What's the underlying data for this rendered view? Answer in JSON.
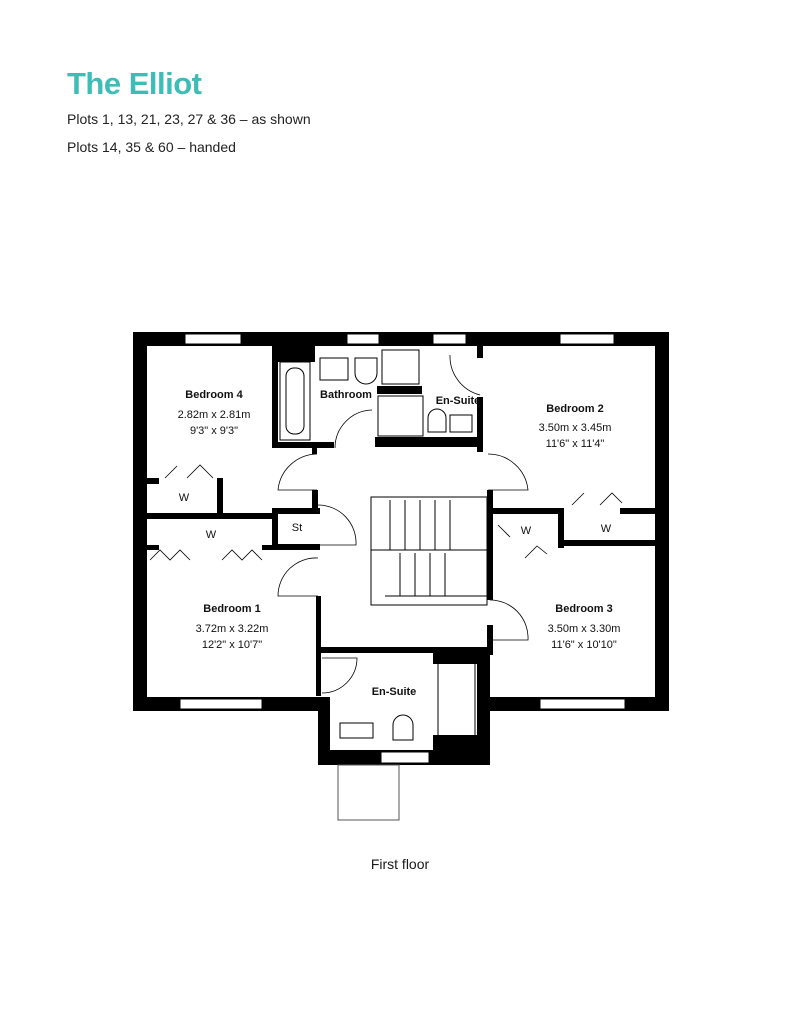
{
  "header": {
    "title": "The Elliot",
    "plots_as_shown": "Plots 1, 13, 21, 23, 27 & 36 – as shown",
    "plots_handed": "Plots 14, 35 & 60 – handed"
  },
  "rooms": {
    "bedroom4": {
      "name": "Bedroom 4",
      "metric": "2.82m x 2.81m",
      "imperial": "9'3\" x 9'3\""
    },
    "bathroom": {
      "name": "Bathroom"
    },
    "ensuite_top": {
      "name": "En-Suite"
    },
    "bedroom2": {
      "name": "Bedroom 2",
      "metric": "3.50m x 3.45m",
      "imperial": "11'6\" x 11'4\""
    },
    "bedroom1": {
      "name": "Bedroom 1",
      "metric": "3.72m x 3.22m",
      "imperial": "12'2\" x 10'7\""
    },
    "bedroom3": {
      "name": "Bedroom 3",
      "metric": "3.50m x 3.30m",
      "imperial": "11'6\" x 10'10\""
    },
    "ensuite_bottom": {
      "name": "En-Suite"
    },
    "store": {
      "name": "St"
    },
    "wardrobe": {
      "name": "W"
    }
  },
  "footer": {
    "floor_label": "First floor"
  },
  "colors": {
    "brand": "#3dbdb5",
    "wall": "#000000"
  }
}
